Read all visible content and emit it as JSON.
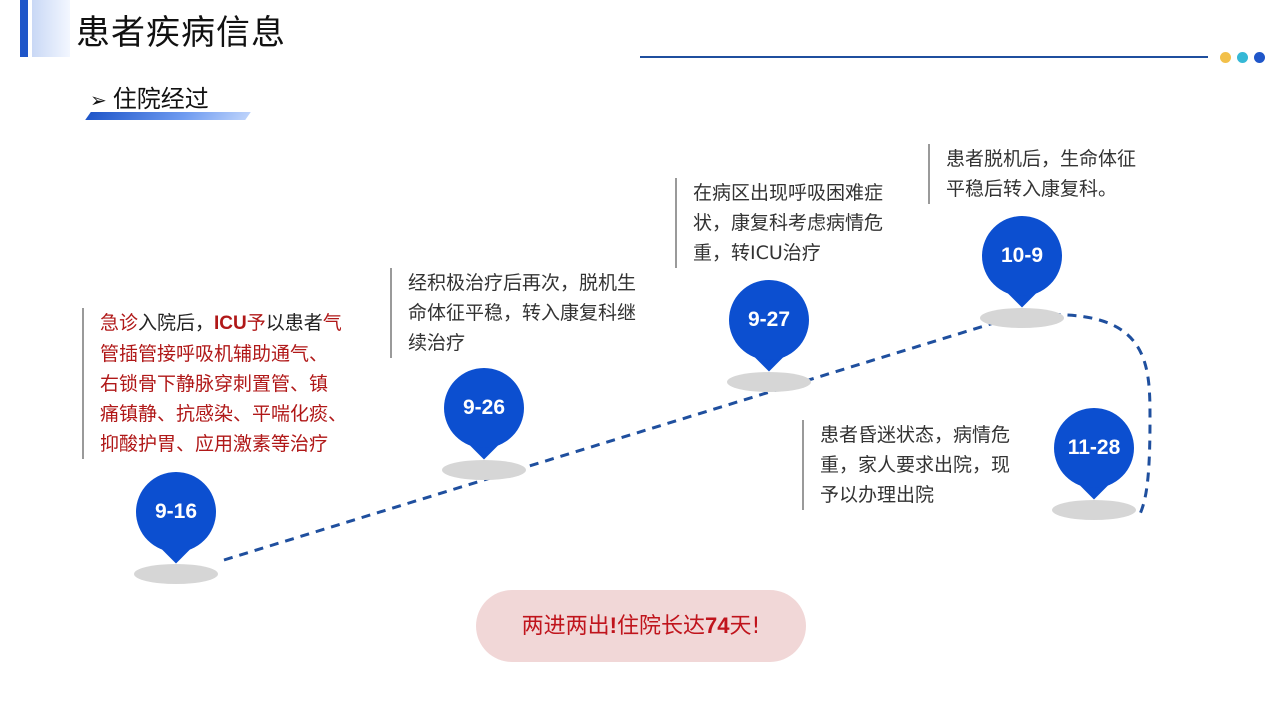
{
  "header": {
    "title": "患者疾病信息"
  },
  "section": {
    "arrow": "➢",
    "title": "住院经过"
  },
  "timeline": [
    {
      "date": "9-16"
    },
    {
      "date": "9-26"
    },
    {
      "date": "9-27"
    },
    {
      "date": "10-9"
    },
    {
      "date": "11-28"
    }
  ],
  "notes": {
    "n1": {
      "seg_a": "急诊",
      "seg_b": "入院后，",
      "seg_c": "ICU",
      "seg_d": "予",
      "seg_e": "以患者",
      "seg_f": "气",
      "line2": "管插管接呼吸机辅助通气、",
      "line3": "右锁骨下静脉穿刺置管、镇",
      "line4": "痛镇静、抗感染、平喘化痰、",
      "line5": "抑酸护胃、应用激素等治疗"
    },
    "n2": {
      "line1": "经积极治疗后再次，脱机生",
      "line2": "命体征平稳，转入康复科继",
      "line3": "续治疗"
    },
    "n3": {
      "line1": "在病区出现呼吸困难症",
      "line2": "状，康复科考虑病情危",
      "line3": "重，转ICU治疗"
    },
    "n4": {
      "line1": "患者脱机后，生命体征",
      "line2": "平稳后转入康复科。"
    },
    "n5": {
      "line1": "患者昏迷状态，病情危",
      "line2": "重，家人要求出院，现",
      "line3": "予以办理出院"
    }
  },
  "summary": {
    "part1": "两进两出",
    "part2": "!",
    "part3": "住院长达",
    "part4": "74",
    "part5": "天!"
  },
  "colors": {
    "accent": "#0c4fd0",
    "alert": "#c0141c",
    "pill_bg": "#f1d7d7"
  }
}
